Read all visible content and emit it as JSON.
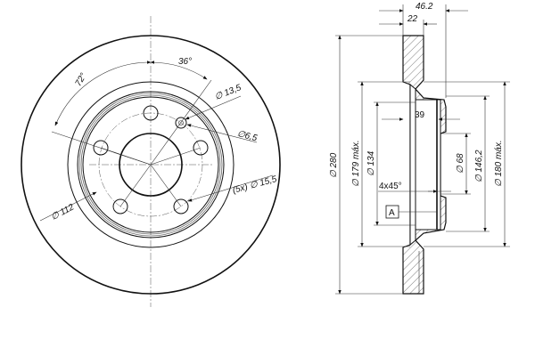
{
  "front_view": {
    "angle_72": "72°",
    "angle_36": "36°",
    "dia_13_5": "∅ 13,5",
    "dia_6_5": "∅6,5",
    "dia_15_5": "(5x) ∅ 15,5",
    "dia_112": "∅ 112"
  },
  "side_view": {
    "width_46_2": "46.2",
    "width_22": "22",
    "depth_39": "39",
    "dia_280": "∅ 280",
    "dia_179": "∅ 179 máx.",
    "dia_134": "∅ 134",
    "chamfer": "4x45°",
    "datum": "A",
    "dia_68": "∅ 68",
    "dia_146_2": "∅ 146,2",
    "dia_180": "∅ 180 máx."
  }
}
